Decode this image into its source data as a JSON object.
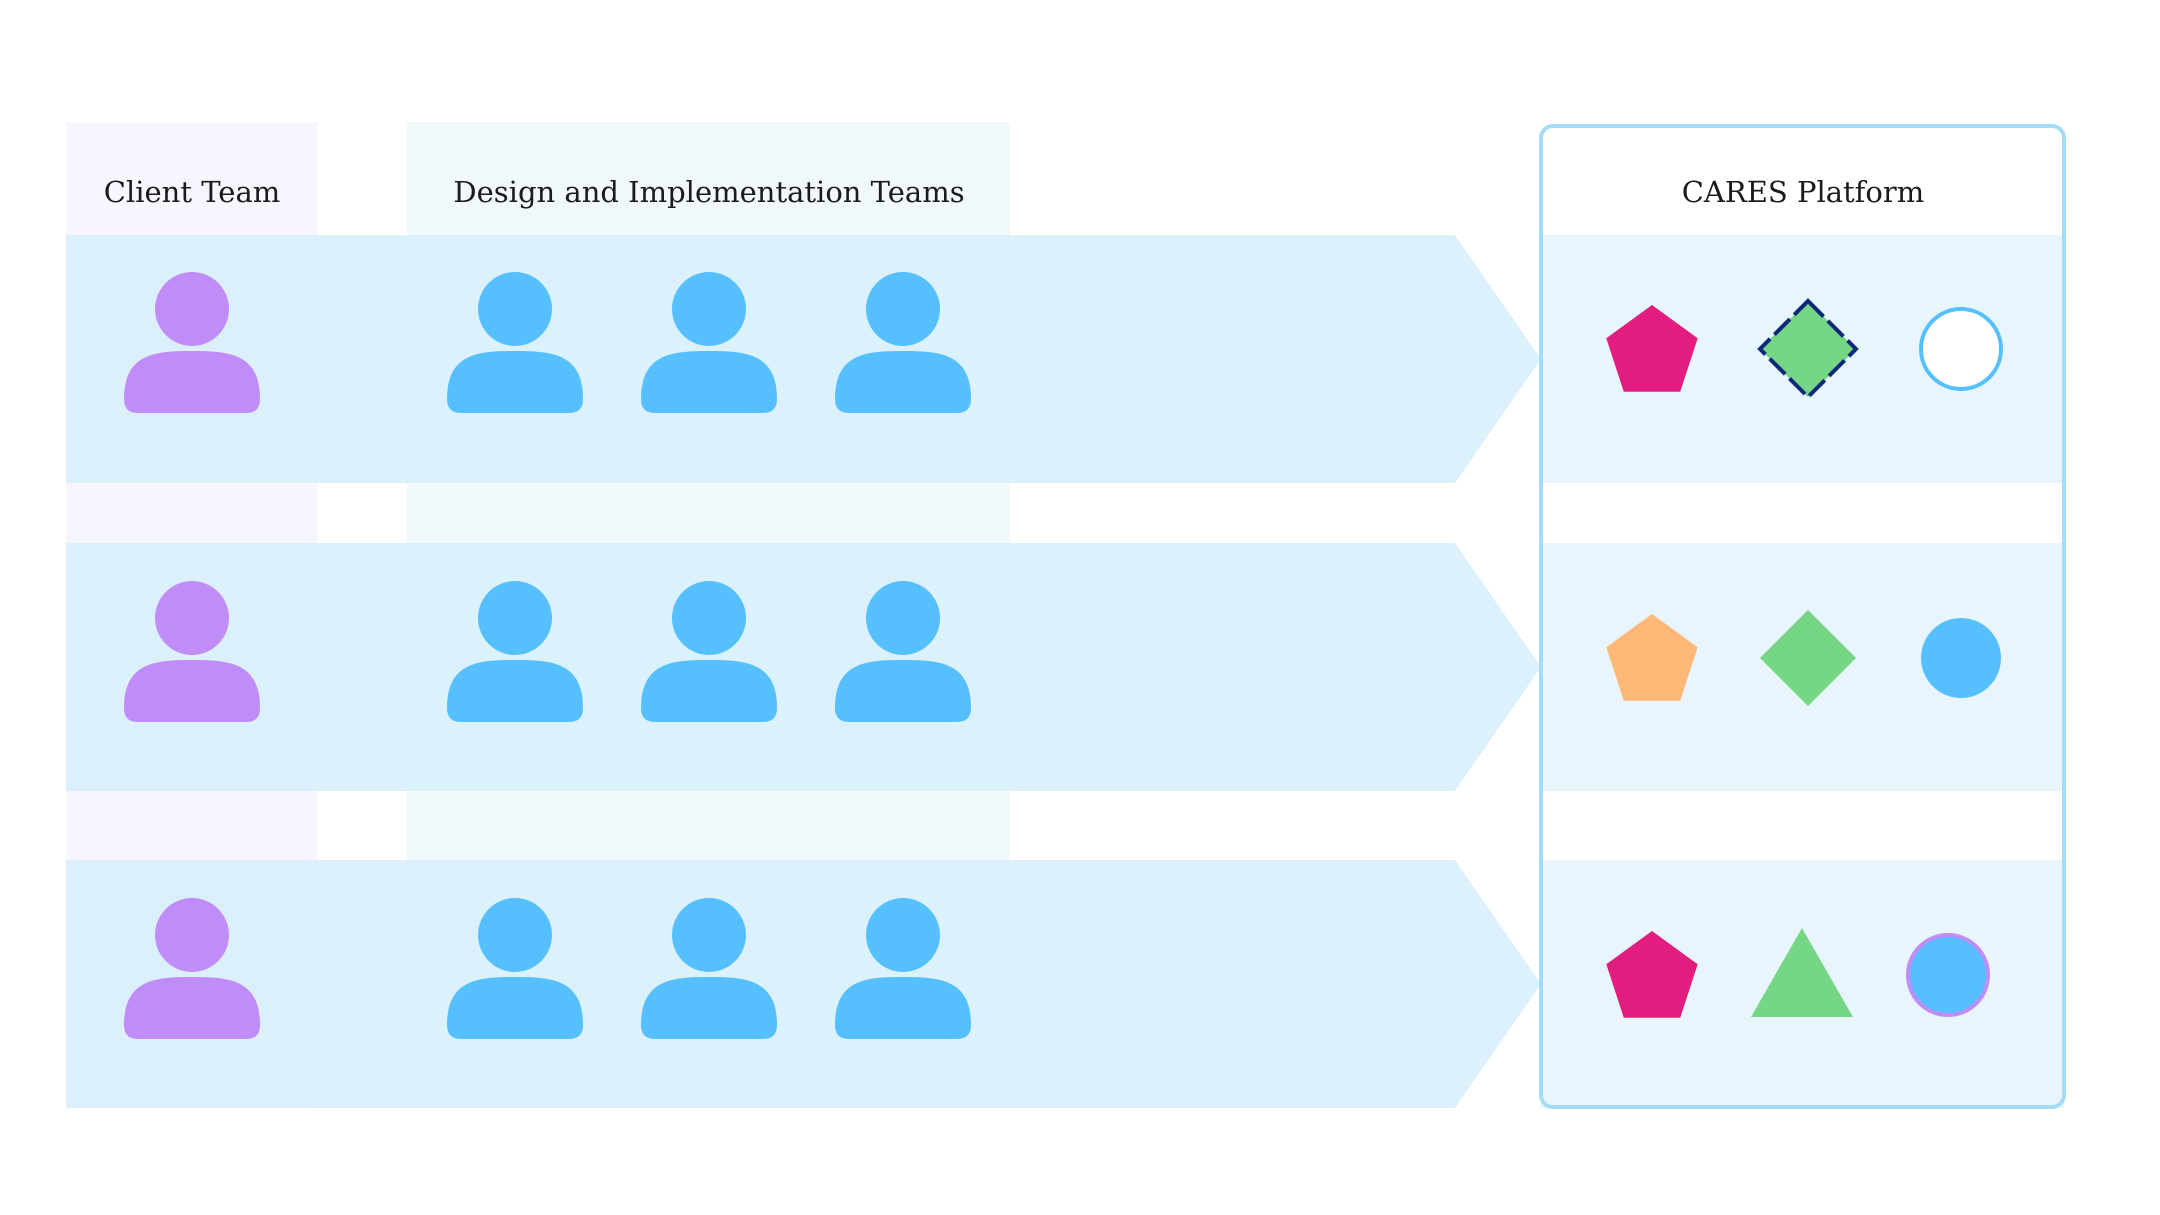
{
  "headers": {
    "client": "Client Team",
    "design": "Design and Implementation Teams",
    "platform": "CARES Platform"
  },
  "colors": {
    "client_person": "#c08cf8",
    "team_person": "#55c0fd",
    "client_column_bg": "#f7f5fe",
    "design_column_bg": "#f0f8fc",
    "row_band": "#d8effc",
    "platform_row": "#e8f5fc",
    "platform_border": "#a4dcf6",
    "pink": "#e21d7f",
    "green": "#75d685",
    "orange": "#ffb878",
    "blue": "#55c0fd",
    "navy": "#0d2a7a",
    "purple": "#c08cf8"
  },
  "rows": [
    {
      "client_icon": "person-icon",
      "team_icons": [
        "person-icon",
        "person-icon",
        "person-icon"
      ],
      "shapes": [
        {
          "name": "pentagon-icon",
          "fill": "pink",
          "stroke": null,
          "dashed": false
        },
        {
          "name": "diamond-icon",
          "fill": "green",
          "stroke": "navy",
          "dashed": true
        },
        {
          "name": "circle-outline-icon",
          "fill": "white",
          "stroke": "blue",
          "dashed": false
        }
      ]
    },
    {
      "client_icon": "person-icon",
      "team_icons": [
        "person-icon",
        "person-icon",
        "person-icon"
      ],
      "shapes": [
        {
          "name": "pentagon-icon",
          "fill": "orange",
          "stroke": null,
          "dashed": false
        },
        {
          "name": "diamond-icon",
          "fill": "green",
          "stroke": null,
          "dashed": false
        },
        {
          "name": "circle-icon",
          "fill": "blue",
          "stroke": null,
          "dashed": false
        }
      ]
    },
    {
      "client_icon": "person-icon",
      "team_icons": [
        "person-icon",
        "person-icon",
        "person-icon"
      ],
      "shapes": [
        {
          "name": "pentagon-icon",
          "fill": "pink",
          "stroke": null,
          "dashed": false
        },
        {
          "name": "triangle-icon",
          "fill": "green",
          "stroke": null,
          "dashed": false
        },
        {
          "name": "circle-icon",
          "fill": "blue",
          "stroke": "purple",
          "dashed": false
        }
      ]
    }
  ]
}
